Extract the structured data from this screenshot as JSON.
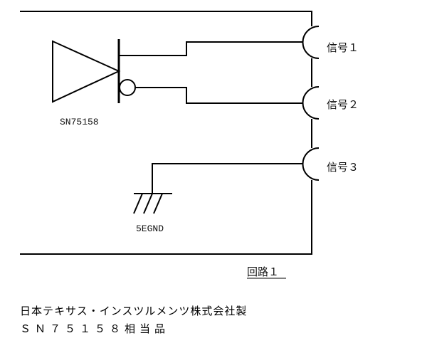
{
  "labels": {
    "signal1": "信号１",
    "signal2": "信号２",
    "signal3": "信号３",
    "chip": "SN75158",
    "ground": "5EGND",
    "circuit": "回路１"
  },
  "footer": {
    "line1": "日本テキサス・インスツルメンツ株式会社製",
    "line2": "ＳＮ７５１５８相当品"
  }
}
